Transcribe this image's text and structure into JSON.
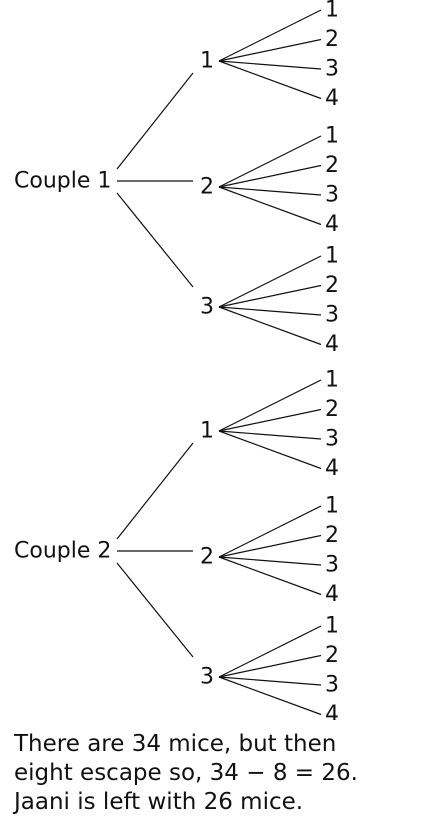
{
  "trees": [
    {
      "root": "Couple 1",
      "branches": [
        {
          "label": "1",
          "leaves": [
            "1",
            "2",
            "3",
            "4"
          ]
        },
        {
          "label": "2",
          "leaves": [
            "1",
            "2",
            "3",
            "4"
          ]
        },
        {
          "label": "3",
          "leaves": [
            "1",
            "2",
            "3",
            "4"
          ]
        }
      ]
    },
    {
      "root": "Couple 2",
      "branches": [
        {
          "label": "1",
          "leaves": [
            "1",
            "2",
            "3",
            "4"
          ]
        },
        {
          "label": "2",
          "leaves": [
            "1",
            "2",
            "3",
            "4"
          ]
        },
        {
          "label": "3",
          "leaves": [
            "1",
            "2",
            "3",
            "4"
          ]
        }
      ]
    }
  ],
  "caption": {
    "line1": "There are 34 mice, but then",
    "line2": "eight escape so, 34 − 8 = 26.",
    "line3": "Jaani is left with 26 mice."
  }
}
